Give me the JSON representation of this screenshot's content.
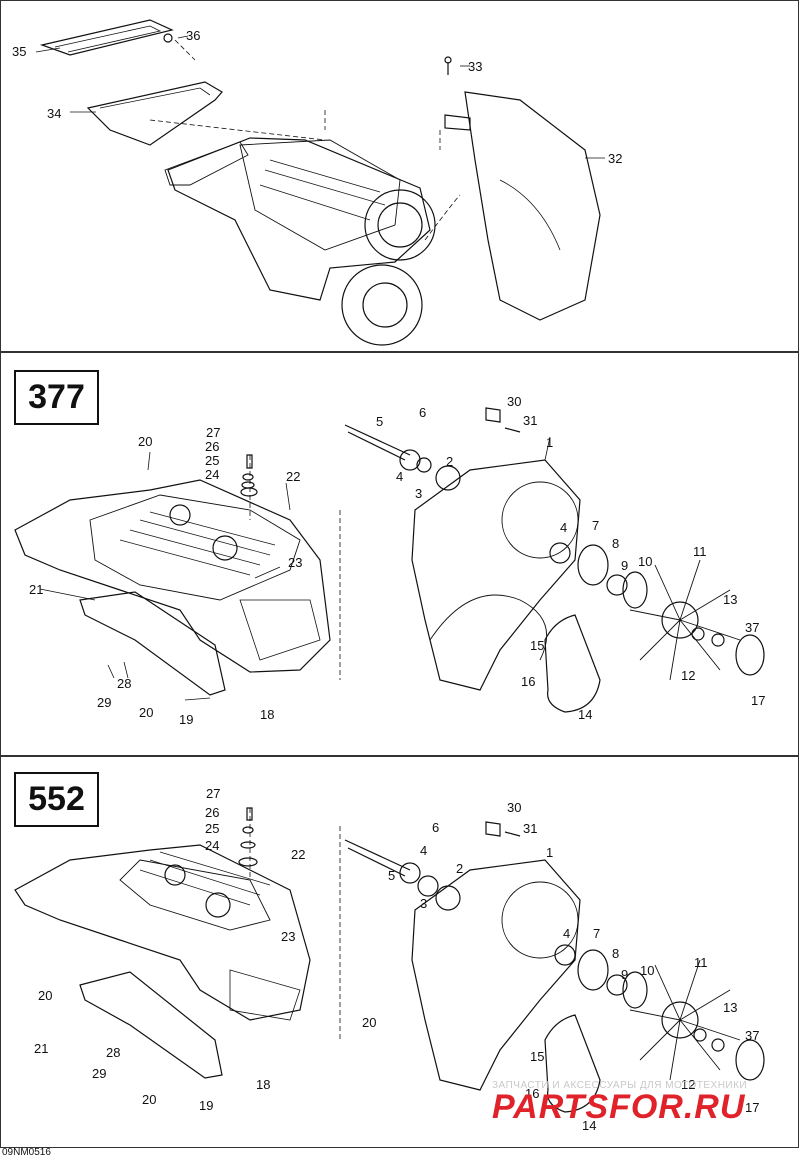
{
  "diagram": {
    "engine_labels": [
      "377",
      "552"
    ],
    "callouts_top": [
      "35",
      "36",
      "34",
      "33",
      "32"
    ],
    "callouts_377": [
      "30",
      "31",
      "6",
      "5",
      "1",
      "2",
      "4",
      "3",
      "20",
      "27",
      "26",
      "25",
      "24",
      "22",
      "23",
      "21",
      "4",
      "7",
      "8",
      "9",
      "10",
      "11",
      "13",
      "37",
      "15",
      "16",
      "12",
      "14",
      "17",
      "28",
      "29",
      "20",
      "19",
      "18"
    ],
    "callouts_552": [
      "30",
      "31",
      "6",
      "4",
      "2",
      "1",
      "5",
      "3",
      "27",
      "26",
      "25",
      "24",
      "22",
      "23",
      "20",
      "20",
      "21",
      "28",
      "29",
      "20",
      "19",
      "18",
      "4",
      "7",
      "8",
      "11",
      "9",
      "10",
      "13",
      "37",
      "15",
      "16",
      "12",
      "17",
      "14"
    ],
    "footer_code": "09NM0516",
    "watermark": {
      "small": "ЗАПЧАСТИ И АКСЕССУАРЫ ДЛЯ МОТОТЕХНИКИ",
      "big": "PARTSFOR.RU"
    }
  }
}
